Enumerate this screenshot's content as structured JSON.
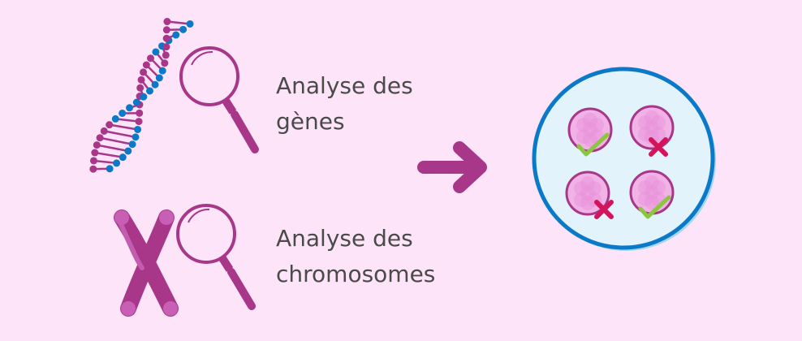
{
  "labels": {
    "genes": {
      "line1": "Analyse des",
      "line2": "gènes"
    },
    "chromosomes": {
      "line1": "Analyse des",
      "line2": "chromosomes"
    }
  },
  "embryos": [
    {
      "result": "ok"
    },
    {
      "result": "rejected"
    },
    {
      "result": "rejected"
    },
    {
      "result": "ok"
    }
  ],
  "colors": {
    "background": "#fde4f8",
    "magenta": "#a8378a",
    "blue": "#0a7ac8",
    "dish": "#e3f3fb",
    "check": "#8cc63f",
    "cross": "#d4145a"
  }
}
